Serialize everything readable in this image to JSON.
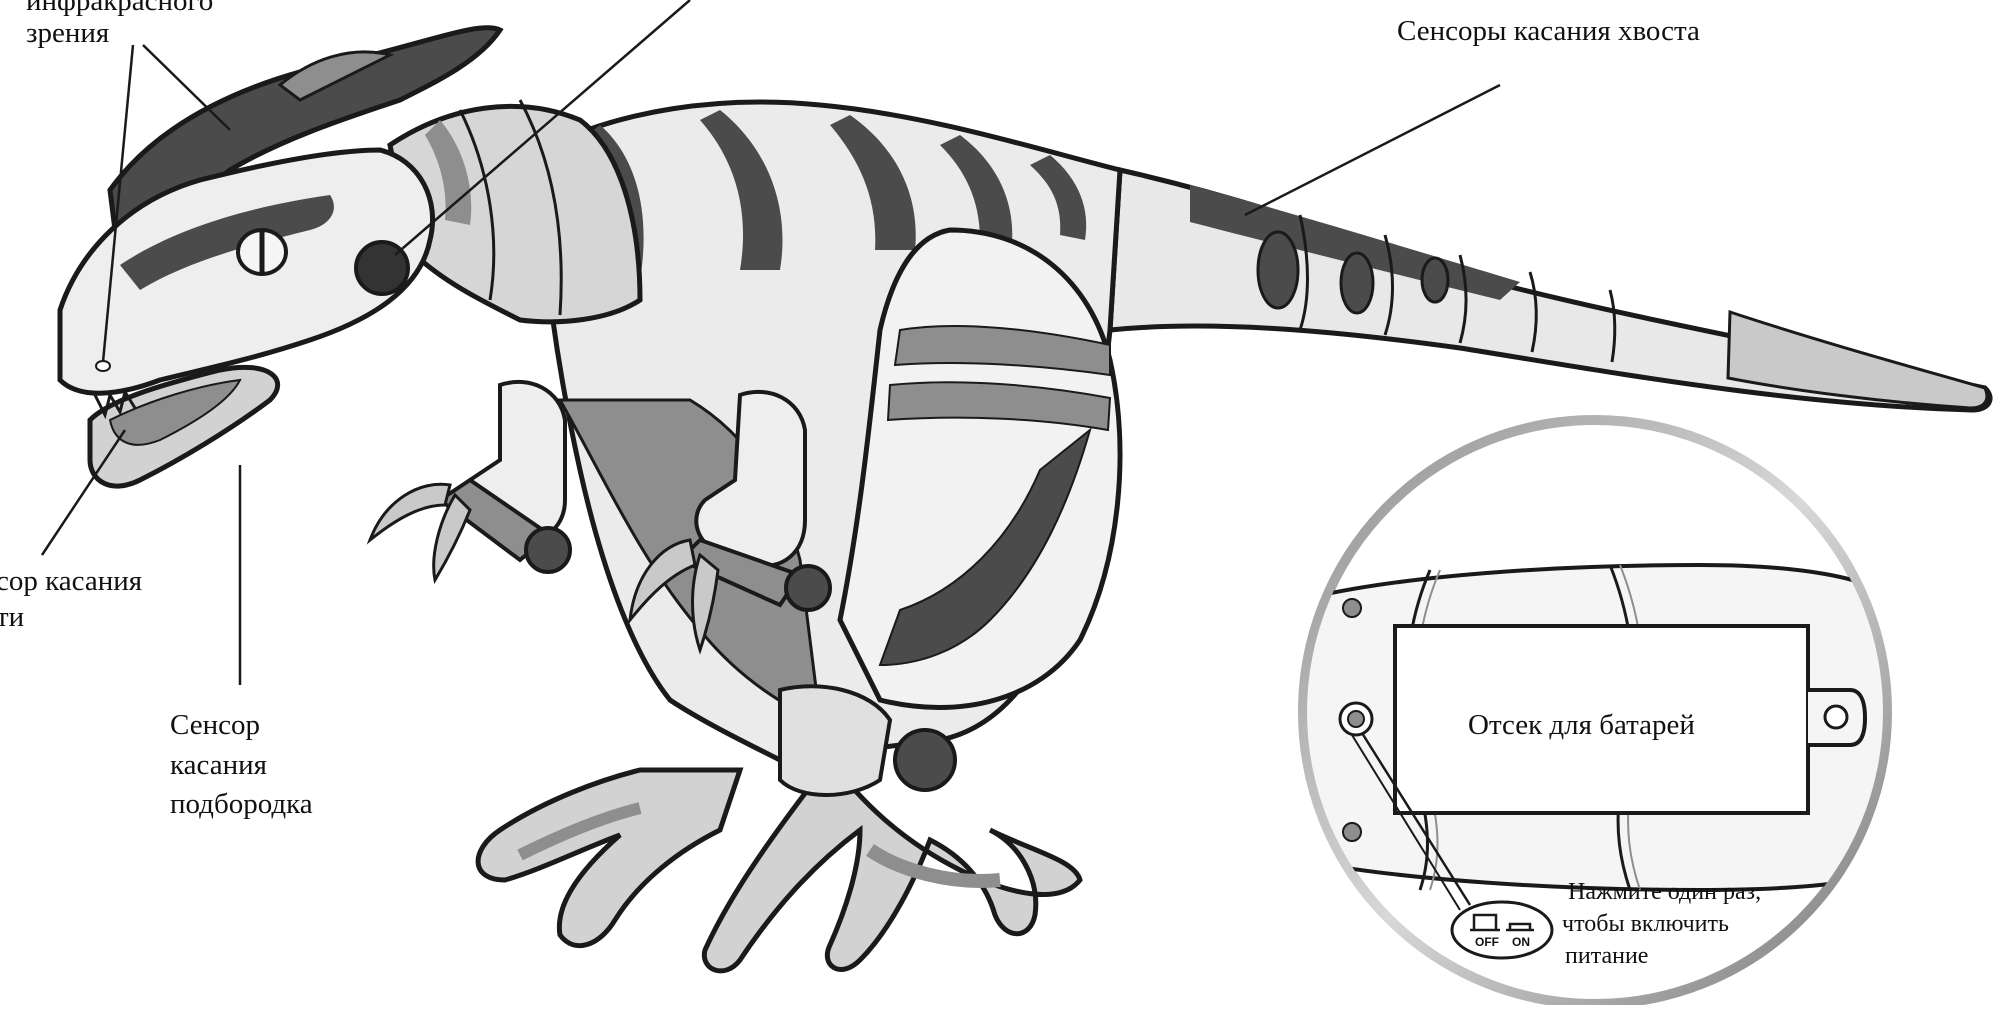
{
  "labels": {
    "ir_vision_line1": "инфракрасного",
    "ir_vision_line2": "зрения",
    "tail_sensors": "Сенсоры касания хвоста",
    "mouth_sensor_line1": "сор касания",
    "mouth_sensor_line2": "ти",
    "chin_sensor_line1": "Сенсор",
    "chin_sensor_line2": "касания",
    "chin_sensor_line3": "подбородка",
    "battery_compartment": "Отсек для батарей",
    "power_line1": "Нажмите один раз,",
    "power_line2": "чтобы включить",
    "power_line3": "питание"
  },
  "switch": {
    "off_label": "OFF",
    "on_label": "ON"
  },
  "colors": {
    "dark": "#4b4b4b",
    "mid": "#8e8e8e",
    "light": "#c9c9c9",
    "pale": "#ececec",
    "outline": "#1a1a1a"
  }
}
